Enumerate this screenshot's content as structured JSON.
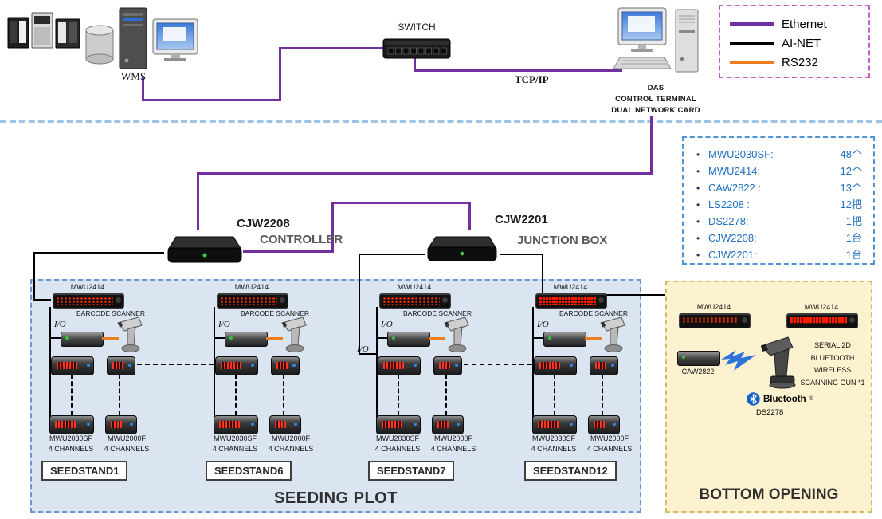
{
  "diagram": {
    "wms_label": "WMS",
    "switch_label": "SWITCH",
    "tcpip_label": "TCP/IP",
    "das_lines": [
      "DAS",
      "CONTROL TERMINAL",
      "DUAL NETWORK CARD"
    ],
    "controller": {
      "model": "CJW2208",
      "role": "CONTROLLER"
    },
    "junction": {
      "model": "CJW2201",
      "role": "JUNCTION BOX"
    }
  },
  "legend": {
    "items": [
      {
        "label": "Ethernet",
        "color": "#7030a0"
      },
      {
        "label": "AI-NET",
        "color": "#000000"
      },
      {
        "label": "RS232",
        "color": "#ee7d22"
      }
    ]
  },
  "parts_list": {
    "items": [
      {
        "name": "MWU2030SF:",
        "qty": "48个"
      },
      {
        "name": "MWU2414:",
        "qty": "12个"
      },
      {
        "name": "CAW2822 :",
        "qty": "13个"
      },
      {
        "name": "LS2208 :",
        "qty": "12把"
      },
      {
        "name": "DS2278:",
        "qty": "1把"
      },
      {
        "name": "CJW2208:",
        "qty": "1台"
      },
      {
        "name": "CJW2201:",
        "qty": "1台"
      }
    ]
  },
  "seeding_plot": {
    "title": "SEEDING PLOT",
    "stands": [
      {
        "display": "MWU2414",
        "scanner": "BARCODE SCANNER",
        "io": "I/O",
        "left_model": "MWU2030SF",
        "right_model": "MWU2000F",
        "left_channels": "4 CHANNELS",
        "right_channels": "4 CHANNELS",
        "name": "SEEDSTAND1"
      },
      {
        "display": "MWU2414",
        "scanner": "BARCODE SCANNER",
        "io": "I/O",
        "left_model": "MWU2030SF",
        "right_model": "MWU2000F",
        "left_channels": "4 CHANNELS",
        "right_channels": "4 CHANNELS",
        "name": "SEEDSTAND6"
      },
      {
        "display": "MWU2414",
        "scanner": "BARCODE SCANNER",
        "io": "I/O",
        "io2": "I/O",
        "left_model": "MWU2030SF",
        "right_model": "MWU2000F",
        "left_channels": "4 CHANNELS",
        "right_channels": "4 CHANNELS",
        "name": "SEEDSTAND7"
      },
      {
        "display": "MWU2414",
        "scanner": "BARCODE SCANNER",
        "io": "I/O",
        "left_model": "MWU2030SF",
        "right_model": "MWU2000F",
        "left_channels": "4 CHANNELS",
        "right_channels": "4 CHANNELS",
        "name": "SEEDSTAND12"
      }
    ]
  },
  "bottom_opening": {
    "title": "BOTTOM OPENING",
    "display1": "MWU2414",
    "display2": "MWU2414",
    "caw_label": "CAW2822",
    "gun_text": [
      "SERIAL 2D",
      "BLUETOOTH",
      "WIRELESS",
      "SCANNING GUN *1"
    ],
    "bluetooth_label": "Bluetooth",
    "bluetooth_reg": "®",
    "gun_model": "DS2278"
  }
}
